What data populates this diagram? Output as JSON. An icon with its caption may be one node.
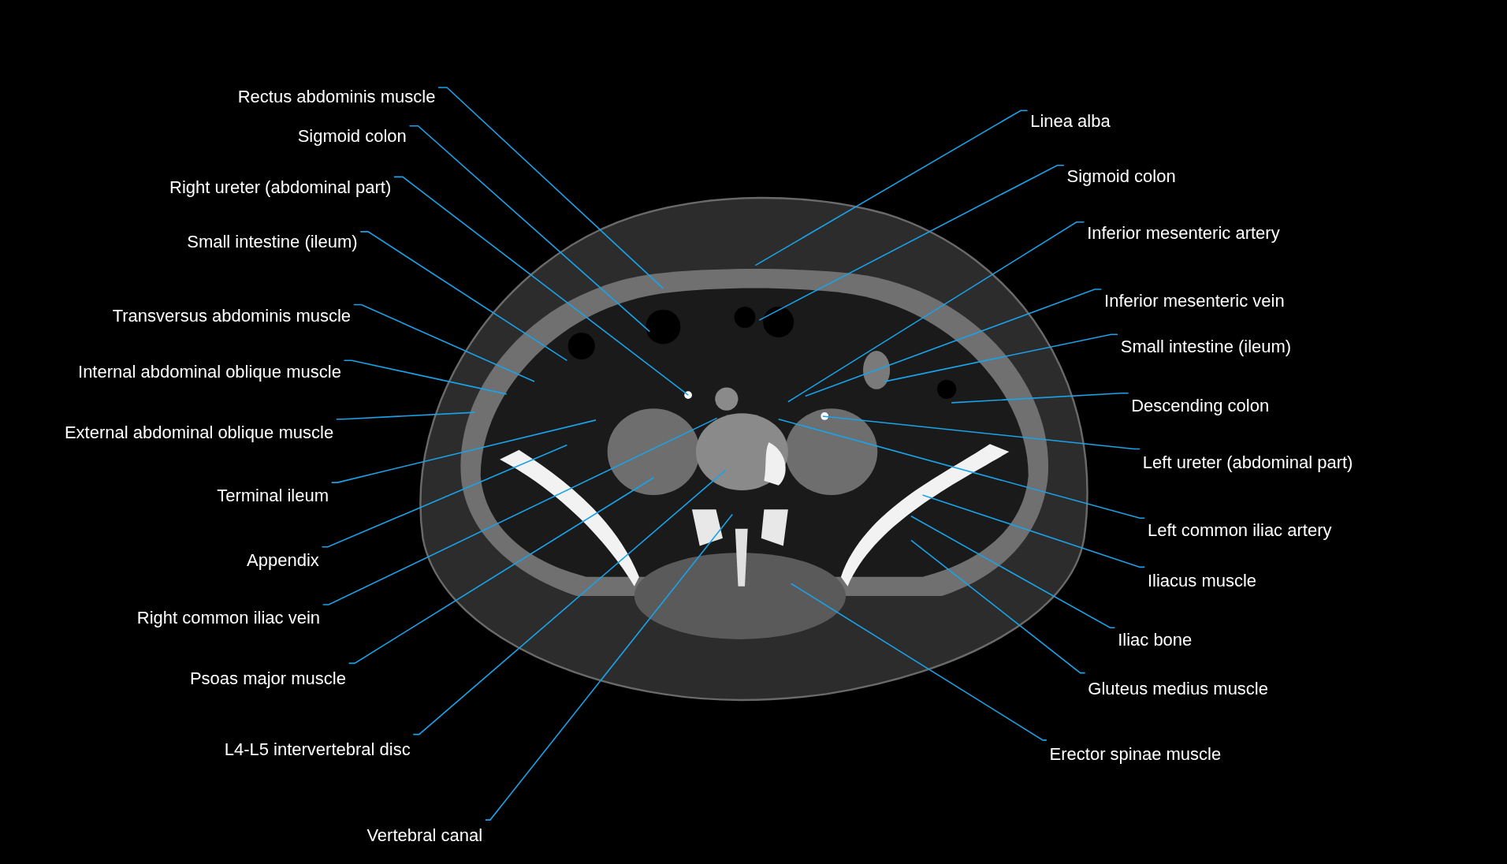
{
  "diagram": {
    "nodes": [
      {
        "text": [
          "Rectus abdominis muscle"
        ]
      },
      {
        "text": [
          "Sigmoid colon"
        ]
      },
      {
        "text": [
          "Right ureter (abdominal part)"
        ]
      },
      {
        "text": [
          "Small intestine (ileum)"
        ]
      },
      {
        "text": [
          "Transversus abdominis muscle"
        ]
      },
      {
        "text": [
          "Internal abdominal oblique muscle"
        ]
      },
      {
        "text": [
          "External abdominal oblique muscle"
        ]
      },
      {
        "text": [
          "Terminal ileum"
        ]
      },
      {
        "text": [
          "Appendix"
        ]
      },
      {
        "text": [
          "Right common iliac vein"
        ]
      },
      {
        "text": [
          "Psoas major muscle"
        ]
      },
      {
        "text": [
          "L4-L5 intervertebral disc"
        ]
      },
      {
        "text": [
          "Vertebral canal"
        ]
      },
      {
        "text": [
          "Linea alba"
        ]
      },
      {
        "text": [
          "Sigmoid colon"
        ]
      },
      {
        "text": [
          "Inferior mesenteric artery"
        ]
      },
      {
        "text": [
          "Inferior mesenteric vein"
        ]
      },
      {
        "text": [
          "Small intestine (ileum)"
        ]
      },
      {
        "text": [
          "Descending colon"
        ]
      },
      {
        "text": [
          "Left ureter (abdominal part)"
        ]
      },
      {
        "text": [
          "Left common iliac artery"
        ]
      },
      {
        "text": [
          "Iliacus muscle"
        ]
      },
      {
        "text": [
          "Iliac bone"
        ]
      },
      {
        "text": [
          "Gluteus medius muscle"
        ]
      },
      {
        "text": [
          "Erector spinae muscle"
        ]
      }
    ],
    "edges": [
      {
        "from": 0,
        "to": null,
        "arrow": "none"
      },
      {
        "from": 1,
        "to": null,
        "arrow": "none"
      },
      {
        "from": 2,
        "to": null,
        "arrow": "none"
      },
      {
        "from": 3,
        "to": null,
        "arrow": "none"
      },
      {
        "from": 4,
        "to": null,
        "arrow": "none"
      },
      {
        "from": 5,
        "to": null,
        "arrow": "none"
      },
      {
        "from": 6,
        "to": null,
        "arrow": "none"
      },
      {
        "from": 7,
        "to": null,
        "arrow": "none"
      },
      {
        "from": 8,
        "to": null,
        "arrow": "none"
      },
      {
        "from": 9,
        "to": null,
        "arrow": "none"
      },
      {
        "from": 10,
        "to": null,
        "arrow": "none"
      },
      {
        "from": 11,
        "to": null,
        "arrow": "none"
      },
      {
        "from": 12,
        "to": null,
        "arrow": "none"
      },
      {
        "from": 13,
        "to": null,
        "arrow": "none"
      },
      {
        "from": 14,
        "to": null,
        "arrow": "none"
      },
      {
        "from": 15,
        "to": null,
        "arrow": "none"
      },
      {
        "from": 16,
        "to": null,
        "arrow": "none"
      },
      {
        "from": 17,
        "to": null,
        "arrow": "none"
      },
      {
        "from": 18,
        "to": null,
        "arrow": "none"
      },
      {
        "from": 19,
        "to": null,
        "arrow": "none"
      },
      {
        "from": 20,
        "to": null,
        "arrow": "none"
      },
      {
        "from": 21,
        "to": null,
        "arrow": "none"
      },
      {
        "from": 22,
        "to": null,
        "arrow": "none"
      },
      {
        "from": 23,
        "to": null,
        "arrow": "none"
      },
      {
        "from": 24,
        "to": null,
        "arrow": "none"
      }
    ]
  }
}
